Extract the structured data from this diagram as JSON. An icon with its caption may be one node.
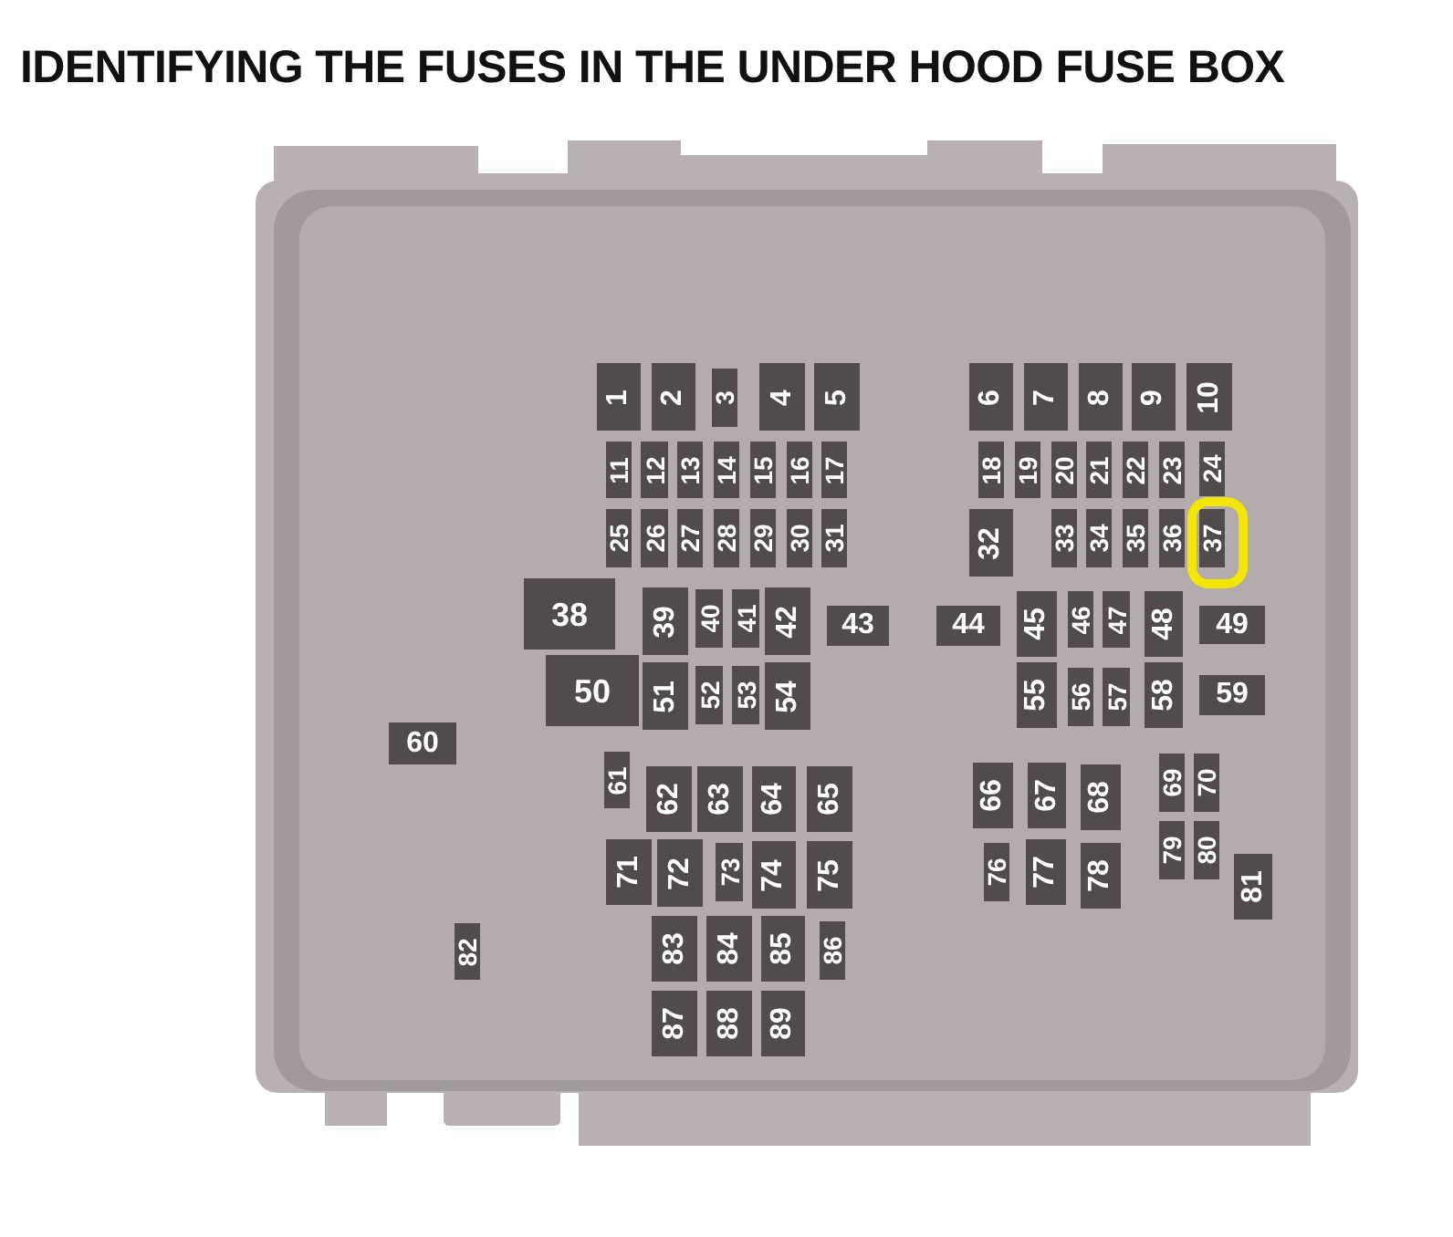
{
  "diagram": {
    "title": "IDENTIFYING THE FUSES IN THE UNDER HOOD FUSE BOX",
    "nodes": [
      {
        "text": [
          "1"
        ]
      },
      {
        "text": [
          "2"
        ]
      },
      {
        "text": [
          "3"
        ]
      },
      {
        "text": [
          "4"
        ]
      },
      {
        "text": [
          "5"
        ]
      },
      {
        "text": [
          "6"
        ]
      },
      {
        "text": [
          "7"
        ]
      },
      {
        "text": [
          "8"
        ]
      },
      {
        "text": [
          "9"
        ]
      },
      {
        "text": [
          "10"
        ]
      },
      {
        "text": [
          "11"
        ]
      },
      {
        "text": [
          "12"
        ]
      },
      {
        "text": [
          "13"
        ]
      },
      {
        "text": [
          "14"
        ]
      },
      {
        "text": [
          "15"
        ]
      },
      {
        "text": [
          "16"
        ]
      },
      {
        "text": [
          "17"
        ]
      },
      {
        "text": [
          "18"
        ]
      },
      {
        "text": [
          "19"
        ]
      },
      {
        "text": [
          "20"
        ]
      },
      {
        "text": [
          "21"
        ]
      },
      {
        "text": [
          "22"
        ]
      },
      {
        "text": [
          "23"
        ]
      },
      {
        "text": [
          "24"
        ]
      },
      {
        "text": [
          "25"
        ]
      },
      {
        "text": [
          "26"
        ]
      },
      {
        "text": [
          "27"
        ]
      },
      {
        "text": [
          "28"
        ]
      },
      {
        "text": [
          "29"
        ]
      },
      {
        "text": [
          "30"
        ]
      },
      {
        "text": [
          "31"
        ]
      },
      {
        "text": [
          "32"
        ]
      },
      {
        "text": [
          "33"
        ]
      },
      {
        "text": [
          "34"
        ]
      },
      {
        "text": [
          "35"
        ]
      },
      {
        "text": [
          "36"
        ]
      },
      {
        "text": [
          "37"
        ]
      },
      {
        "text": [
          "38"
        ]
      },
      {
        "text": [
          "39"
        ]
      },
      {
        "text": [
          "40"
        ]
      },
      {
        "text": [
          "41"
        ]
      },
      {
        "text": [
          "42"
        ]
      },
      {
        "text": [
          "43"
        ]
      },
      {
        "text": [
          "44"
        ]
      },
      {
        "text": [
          "45"
        ]
      },
      {
        "text": [
          "46"
        ]
      },
      {
        "text": [
          "47"
        ]
      },
      {
        "text": [
          "48"
        ]
      },
      {
        "text": [
          "49"
        ]
      },
      {
        "text": [
          "50"
        ]
      },
      {
        "text": [
          "51"
        ]
      },
      {
        "text": [
          "52"
        ]
      },
      {
        "text": [
          "53"
        ]
      },
      {
        "text": [
          "54"
        ]
      },
      {
        "text": [
          "55"
        ]
      },
      {
        "text": [
          "56"
        ]
      },
      {
        "text": [
          "57"
        ]
      },
      {
        "text": [
          "58"
        ]
      },
      {
        "text": [
          "59"
        ]
      },
      {
        "text": [
          "60"
        ]
      },
      {
        "text": [
          "61"
        ]
      },
      {
        "text": [
          "62"
        ]
      },
      {
        "text": [
          "63"
        ]
      },
      {
        "text": [
          "64"
        ]
      },
      {
        "text": [
          "65"
        ]
      },
      {
        "text": [
          "66"
        ]
      },
      {
        "text": [
          "67"
        ]
      },
      {
        "text": [
          "68"
        ]
      },
      {
        "text": [
          "69"
        ]
      },
      {
        "text": [
          "70"
        ]
      },
      {
        "text": [
          "71"
        ]
      },
      {
        "text": [
          "72"
        ]
      },
      {
        "text": [
          "73"
        ]
      },
      {
        "text": [
          "74"
        ]
      },
      {
        "text": [
          "75"
        ]
      },
      {
        "text": [
          "76"
        ]
      },
      {
        "text": [
          "77"
        ]
      },
      {
        "text": [
          "78"
        ]
      },
      {
        "text": [
          "79"
        ]
      },
      {
        "text": [
          "80"
        ]
      },
      {
        "text": [
          "81"
        ]
      },
      {
        "text": [
          "82"
        ]
      },
      {
        "text": [
          "83"
        ]
      },
      {
        "text": [
          "84"
        ]
      },
      {
        "text": [
          "85"
        ]
      },
      {
        "text": [
          "86"
        ]
      },
      {
        "text": [
          "87"
        ]
      },
      {
        "text": [
          "88"
        ]
      },
      {
        "text": [
          "89"
        ]
      }
    ]
  }
}
